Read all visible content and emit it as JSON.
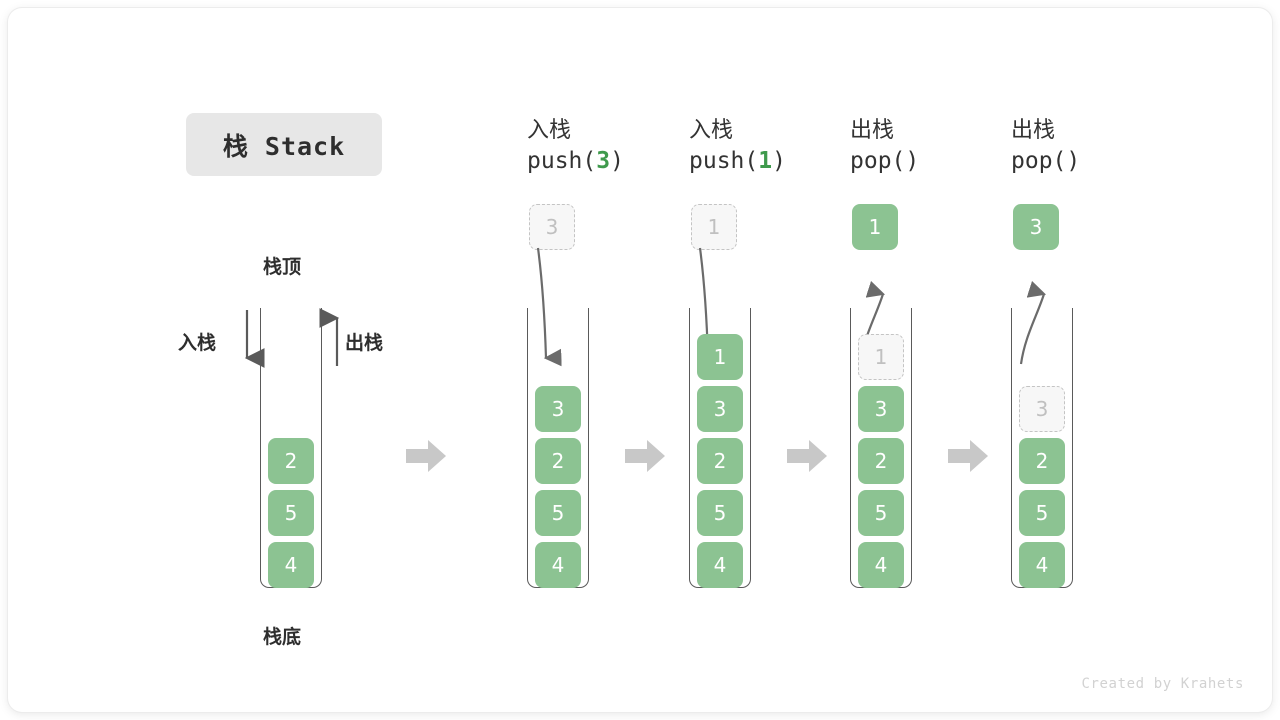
{
  "title": "栈 Stack",
  "diagram": {
    "labels": {
      "top": "栈顶",
      "bottom": "栈底",
      "push_side": "入栈",
      "pop_side": "出栈"
    },
    "initial_stack": [
      "2",
      "5",
      "4"
    ],
    "steps": [
      {
        "op_cn": "入栈",
        "op_code_pre": "push(",
        "op_code_arg": "3",
        "op_code_post": ")",
        "incoming": "3",
        "outgoing": null,
        "stack": [
          "3",
          "2",
          "5",
          "4"
        ],
        "ghost_index": -1
      },
      {
        "op_cn": "入栈",
        "op_code_pre": "push(",
        "op_code_arg": "1",
        "op_code_post": ")",
        "incoming": "1",
        "outgoing": null,
        "stack": [
          "1",
          "3",
          "2",
          "5",
          "4"
        ],
        "ghost_index": -1
      },
      {
        "op_cn": "出栈",
        "op_code_pre": "pop(",
        "op_code_arg": "",
        "op_code_post": ")",
        "incoming": null,
        "outgoing": "1",
        "stack": [
          "1",
          "3",
          "2",
          "5",
          "4"
        ],
        "ghost_index": 0
      },
      {
        "op_cn": "出栈",
        "op_code_pre": "pop(",
        "op_code_arg": "",
        "op_code_post": ")",
        "incoming": null,
        "outgoing": "3",
        "stack": [
          "3",
          "2",
          "5",
          "4"
        ],
        "ghost_index": 0
      }
    ],
    "transition_count": 4
  },
  "colors": {
    "accent_green": "#8cc392",
    "code_arg_green": "#3f9a4c",
    "ghost_border": "#c4c4c4",
    "arrow_gray": "#6b6b6b",
    "step_arrow_gray": "#c8c8c8",
    "badge_bg": "#e7e7e7"
  },
  "footer": "Created by Krahets"
}
